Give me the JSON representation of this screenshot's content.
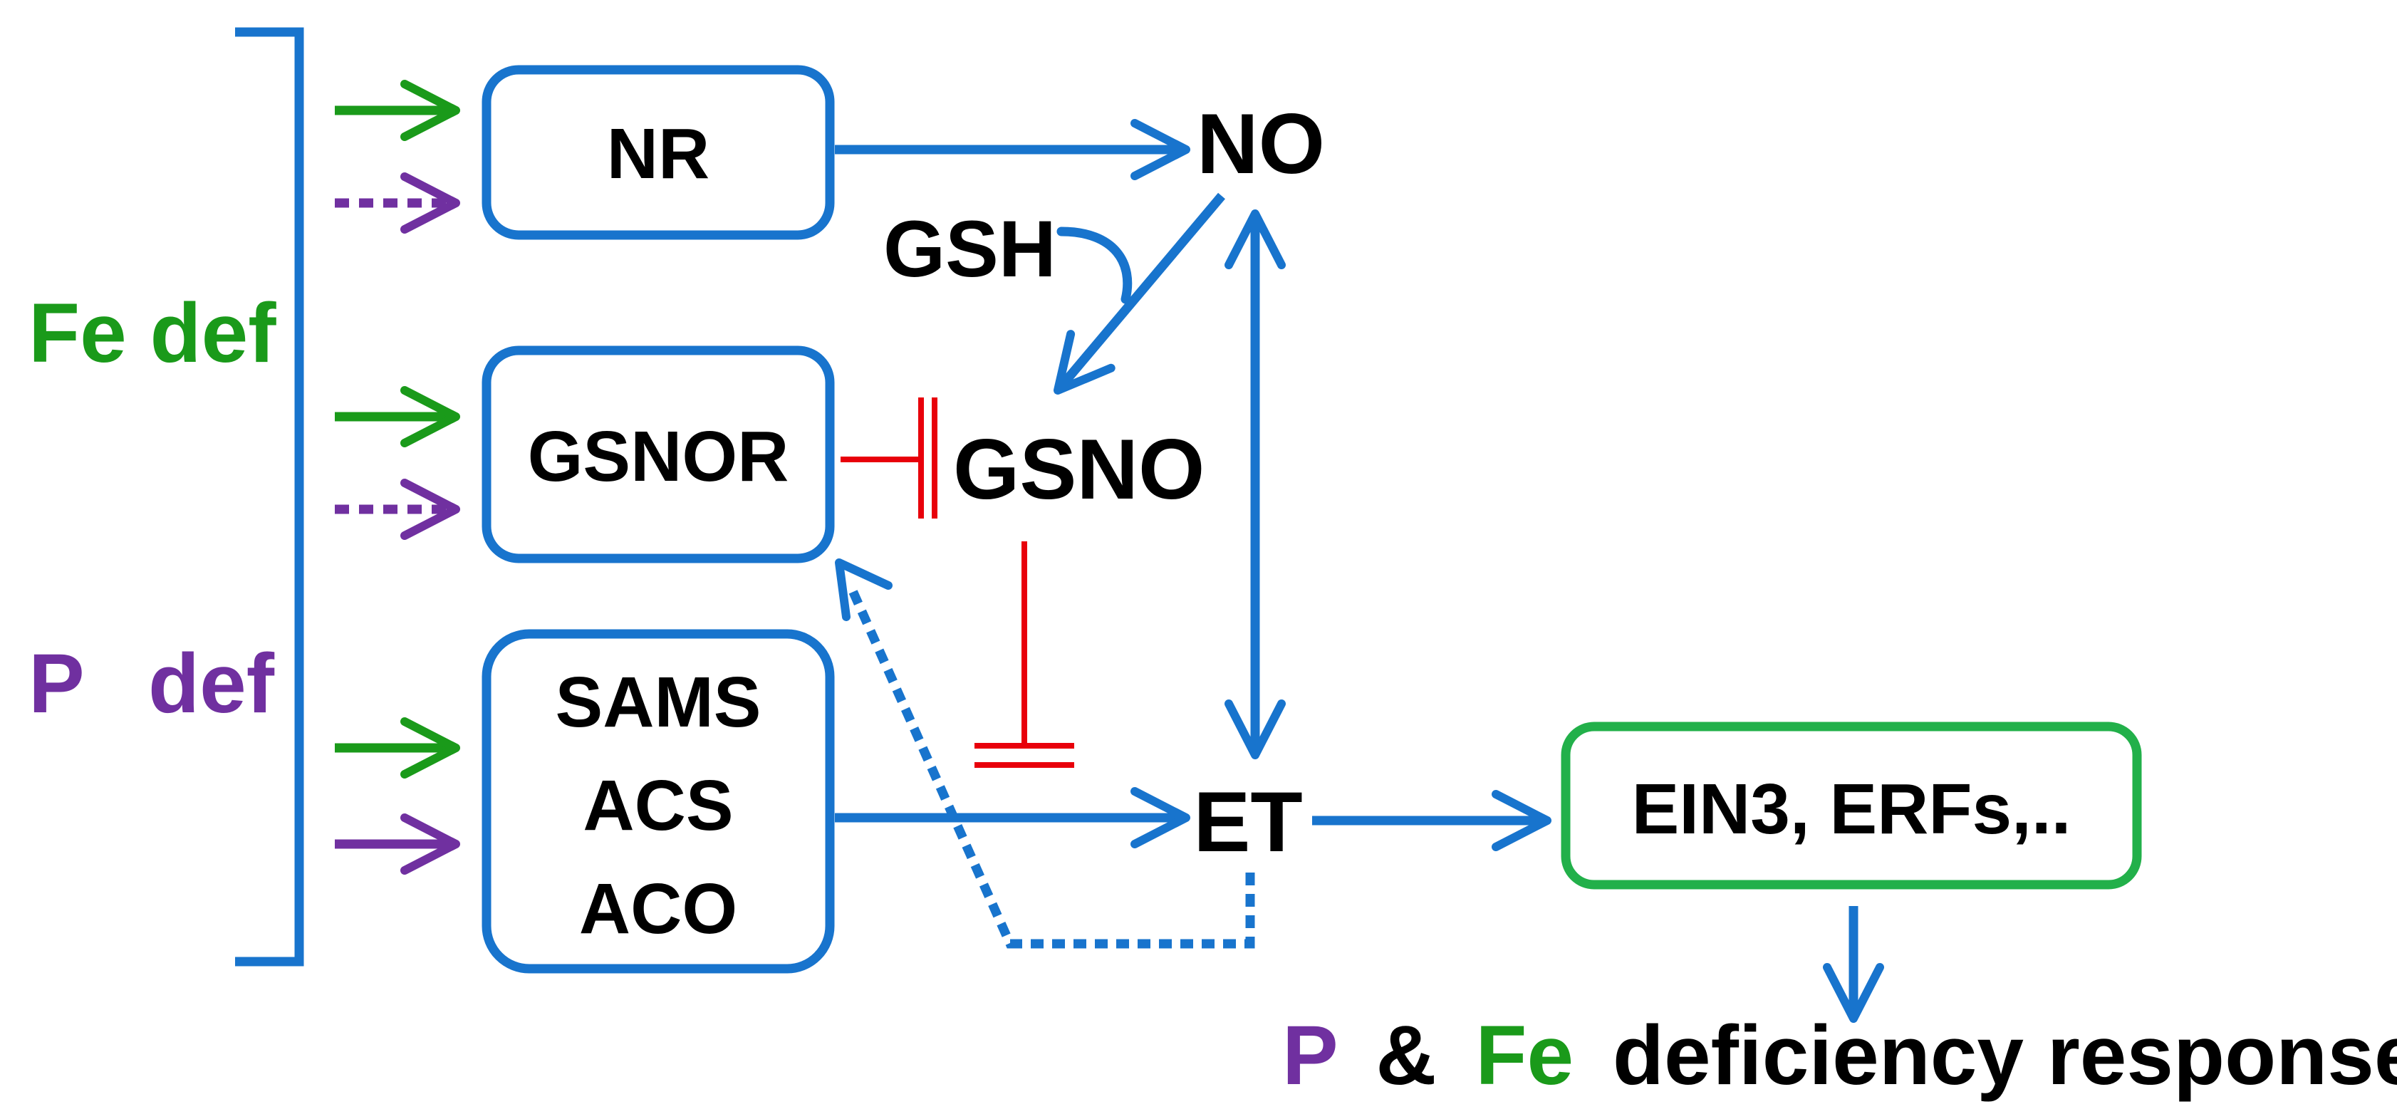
{
  "colors": {
    "blue": "#1874CD",
    "green": "#1A9A1A",
    "purple": "#7030A0",
    "red": "#E8000B",
    "box_green": "#22B04A",
    "text": "#000000"
  },
  "left": {
    "fe_label": "Fe def",
    "p_label": "P",
    "def_label": "def"
  },
  "boxes": {
    "nr": "NR",
    "gsnor": "GSNOR",
    "ethylene_genes": [
      "SAMS",
      "ACS",
      "ACO"
    ],
    "ein3": "EIN3, ERFs,.."
  },
  "nodes": {
    "no": "NO",
    "gsh": "GSH",
    "gsno": "GSNO",
    "et": "ET"
  },
  "bottom": {
    "p": "P",
    "amp": "&",
    "fe": "Fe",
    "rest": "deficiency responses"
  }
}
